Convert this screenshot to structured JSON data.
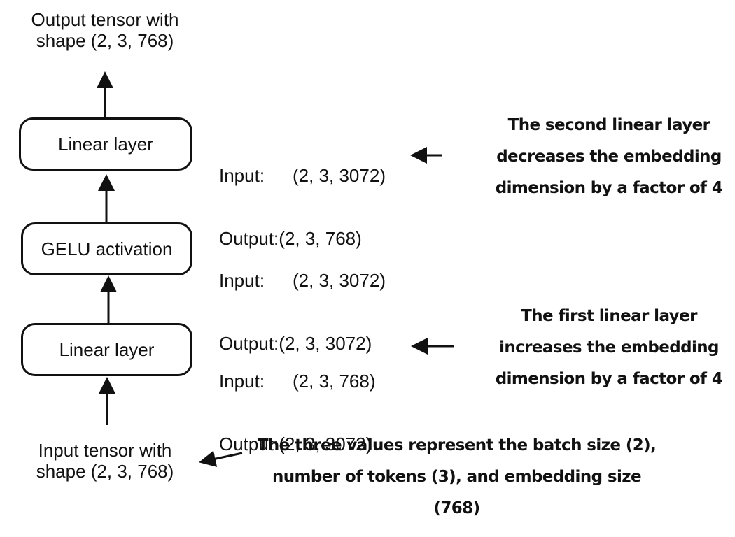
{
  "output_tensor": {
    "line1": "Output tensor with",
    "line2": "shape (2, 3, 768)"
  },
  "input_tensor": {
    "line1": "Input tensor with",
    "line2": "shape (2, 3, 768)"
  },
  "layers": [
    {
      "label": "Linear layer",
      "input_key": "Input:",
      "input_val": "(2, 3, 3072)",
      "output_key": "Output:",
      "output_val": "(2, 3, 768)"
    },
    {
      "label": "GELU activation",
      "input_key": "Input:",
      "input_val": "(2, 3, 3072)",
      "output_key": "Output:",
      "output_val": "(2, 3, 3072)"
    },
    {
      "label": "Linear layer",
      "input_key": "Input:",
      "input_val": "(2, 3, 768)",
      "output_key": "Output:",
      "output_val": "(2, 3, 3072)"
    }
  ],
  "notes": {
    "second_linear": [
      "The second linear layer",
      "decreases the embedding",
      "dimension by a factor of 4"
    ],
    "first_linear": [
      "The first linear layer",
      "increases the embedding",
      "dimension by a factor of 4"
    ],
    "input_values": [
      "The three values represent the batch size (2),",
      "number of tokens (3), and embedding size",
      "(768)"
    ]
  }
}
